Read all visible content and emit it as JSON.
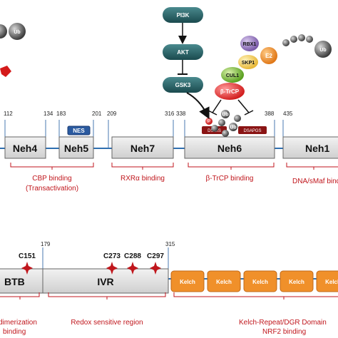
{
  "top": {
    "residues": [
      "112",
      "134",
      "183",
      "201",
      "209",
      "316",
      "338",
      "388",
      "435"
    ],
    "domains": [
      "Neh4",
      "Neh5",
      "Neh7",
      "Neh6",
      "Neh1"
    ],
    "nes_label": "NES",
    "dsgis_label": "DSGIS",
    "dsapgs_label": "DSAPGS",
    "phospho_label": "P",
    "ub_label": "Ub",
    "pathway": [
      "PI3K",
      "AKT",
      "GSK3"
    ],
    "complex": [
      "RBX1",
      "E2",
      "Ub",
      "SKP1",
      "CUL1",
      "β-TrCP"
    ],
    "annotations": {
      "cbp": "CBP binding",
      "cbp_sub": "(Transactivation)",
      "rxr": "RXRα binding",
      "btrcp": "β-TrCP binding",
      "dna": "DNA/sMaf bind"
    }
  },
  "bottom": {
    "residues": [
      "179",
      "315"
    ],
    "domains": [
      "BTB",
      "IVR"
    ],
    "cysteines": [
      "C151",
      "C273",
      "C288",
      "C297"
    ],
    "kelch_label": "Kelch",
    "annotations": {
      "dimer": "dimerization",
      "dimer_sub": "binding",
      "redox": "Redox sensitive region",
      "kelch": "Kelch-Repeat/DGR  Domain",
      "kelch_sub": "NRF2 binding"
    }
  },
  "colors": {
    "domain_fill": "#e2e2e2",
    "line": "#2f6fb0",
    "annotation_red": "#c0161c",
    "pathway_teal": "#2a6a6e",
    "kelch_orange": "#f0902a",
    "nes_blue": "#2a5aa0"
  }
}
